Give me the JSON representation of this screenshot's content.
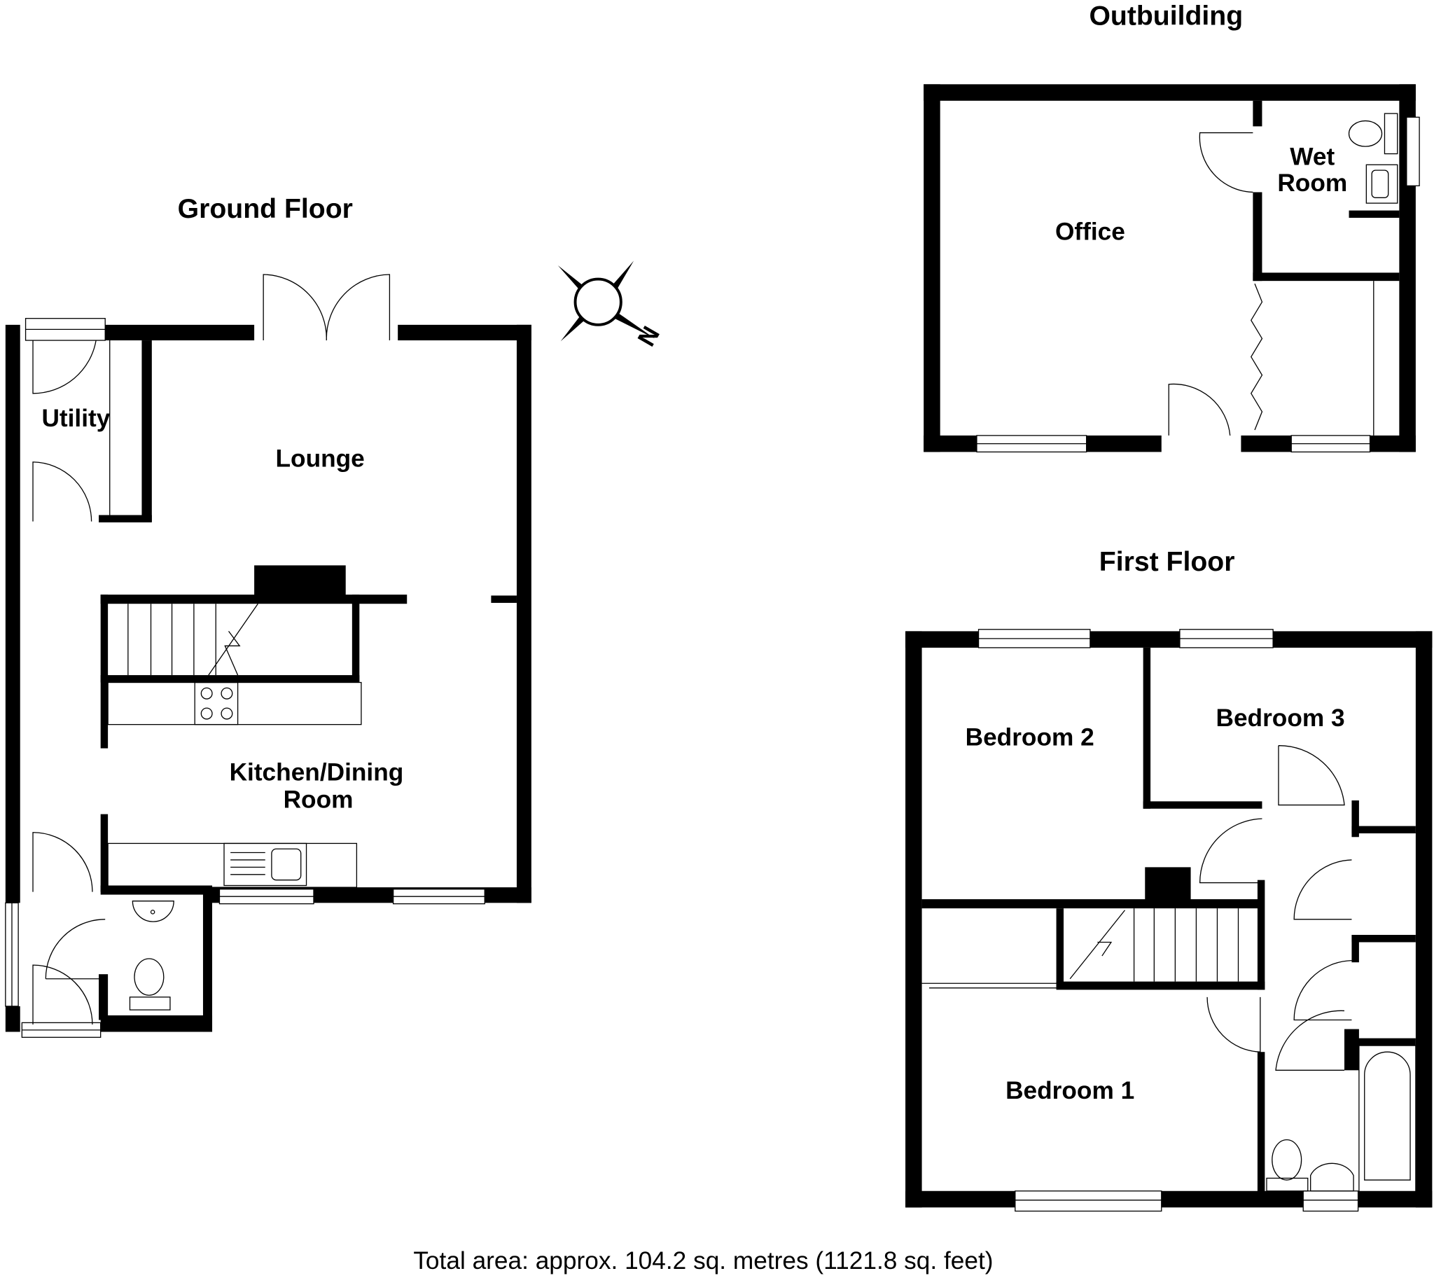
{
  "floors": {
    "ground": {
      "title": "Ground Floor",
      "rooms": {
        "utility": "Utility",
        "lounge": "Lounge",
        "kitchen_line1": "Kitchen/Dining",
        "kitchen_line2": "Room"
      }
    },
    "outbuilding": {
      "title": "Outbuilding",
      "rooms": {
        "office": "Office",
        "wet_line1": "Wet",
        "wet_line2": "Room"
      }
    },
    "first": {
      "title": "First Floor",
      "rooms": {
        "bedroom1": "Bedroom 1",
        "bedroom2": "Bedroom 2",
        "bedroom3": "Bedroom 3"
      }
    }
  },
  "compass": {
    "label": "N"
  },
  "footer": {
    "total_area": "Total area: approx. 104.2 sq. metres (1121.8 sq. feet)"
  }
}
